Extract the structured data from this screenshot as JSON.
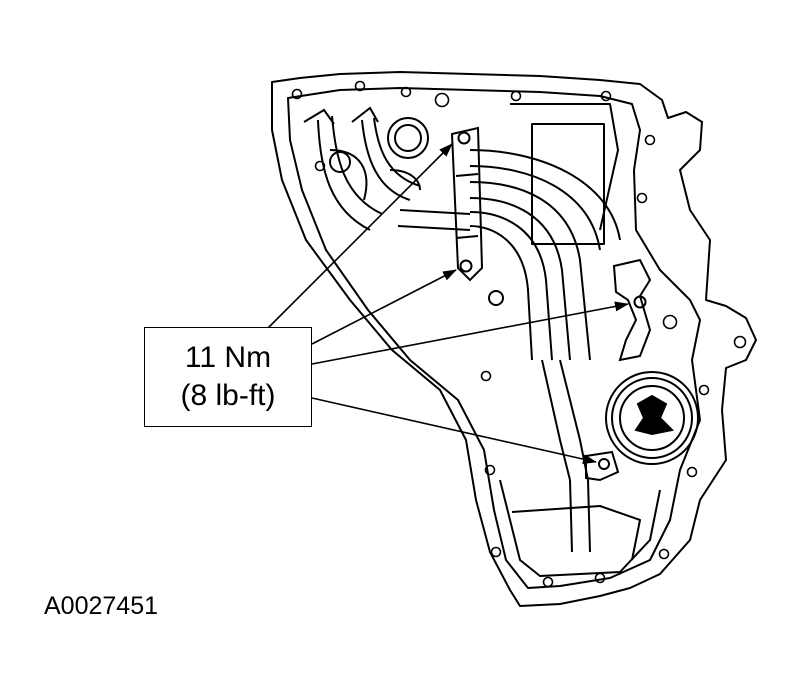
{
  "callout": {
    "torque_metric": "11 Nm",
    "torque_imperial": "(8 lb-ft)"
  },
  "figure_id": "A0027451",
  "colors": {
    "line": "#000000",
    "background": "#ffffff"
  }
}
